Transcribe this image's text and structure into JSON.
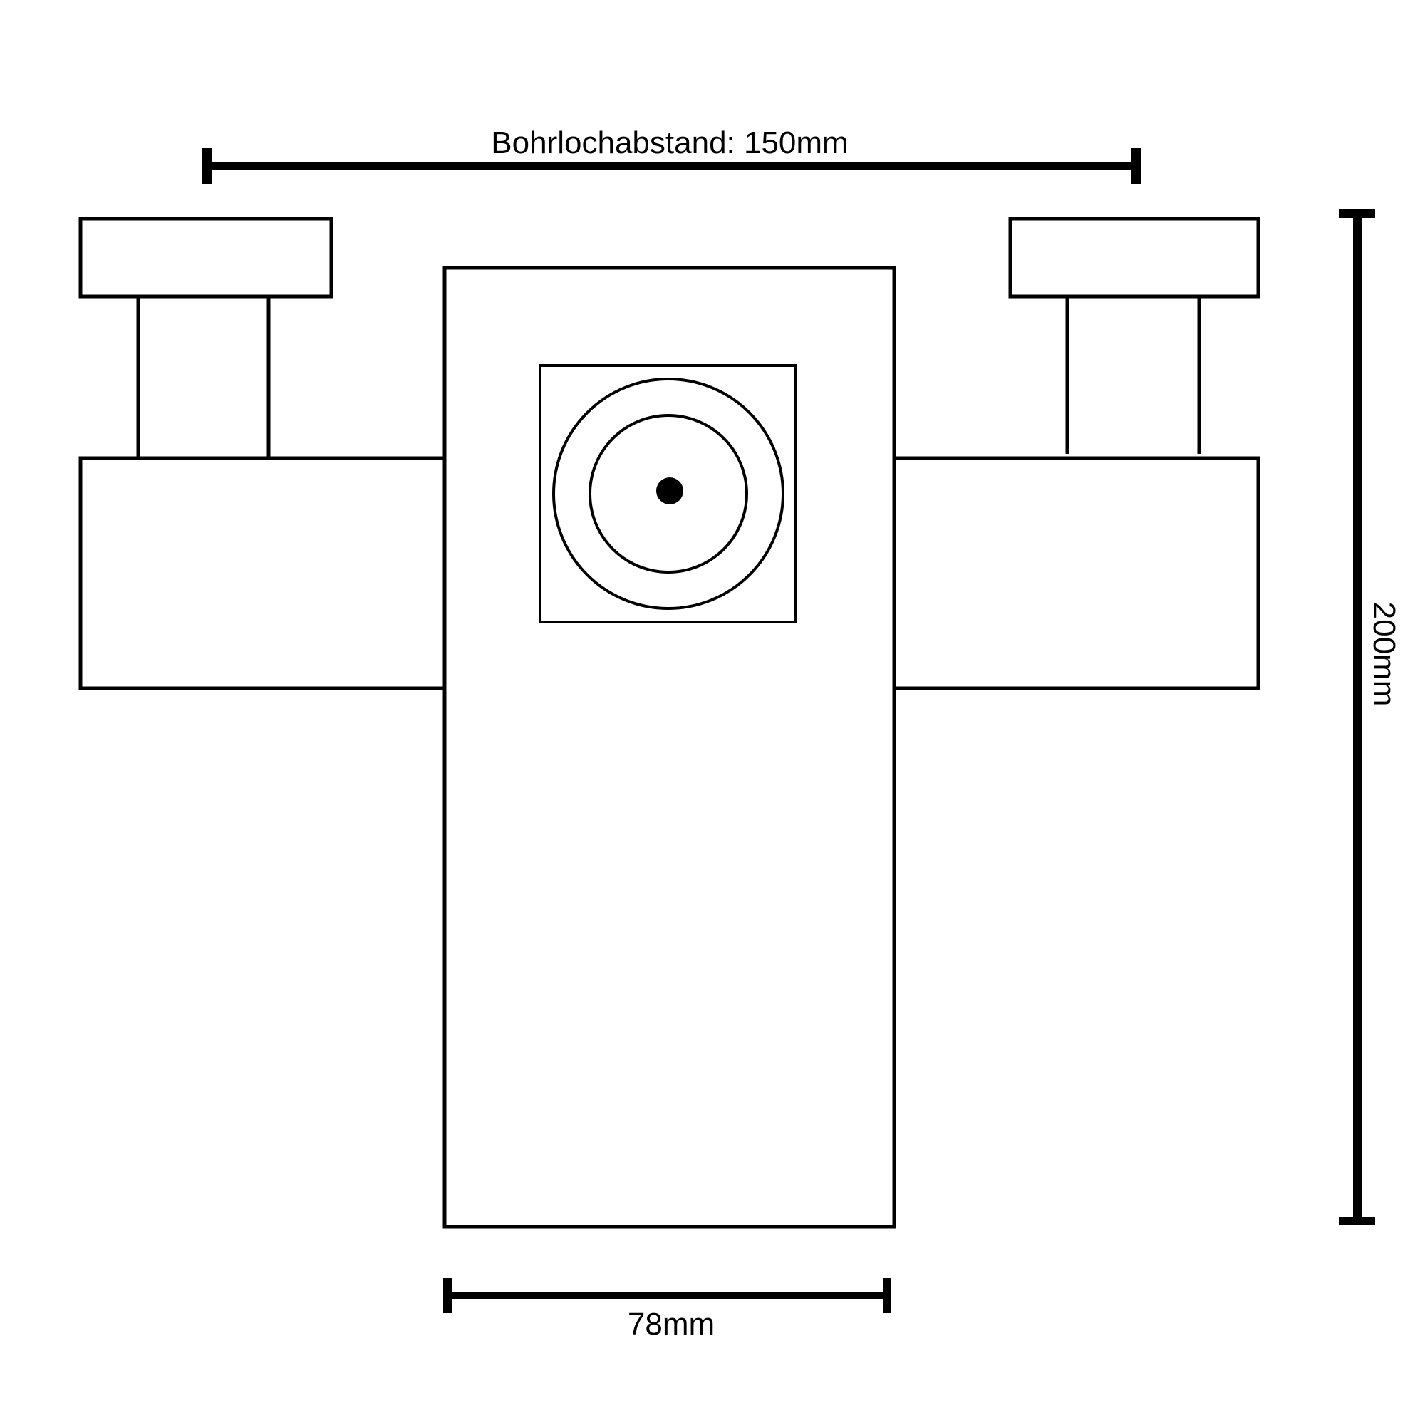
{
  "dimensions": {
    "hole_spacing_label": "Bohrlochabstand: 150mm",
    "height_label": "200mm",
    "width_label": "78mm"
  },
  "colors": {
    "line": "#000000",
    "background": "#ffffff"
  },
  "icons": {
    "spout": "concentric-circles-icon"
  }
}
